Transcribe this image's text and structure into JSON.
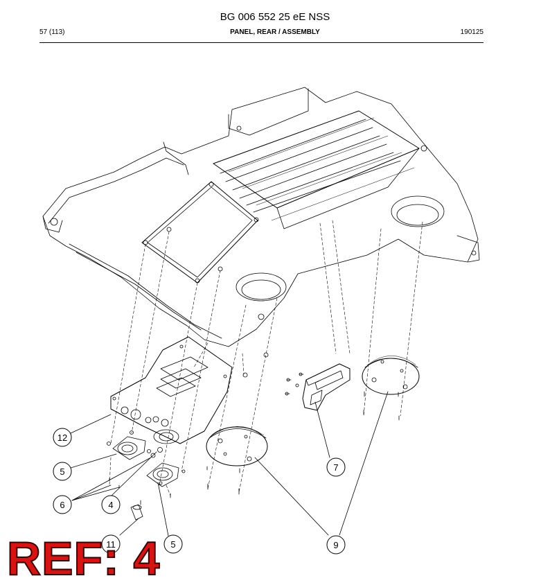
{
  "header": {
    "title": "BG 006 552 25 eE NSS",
    "page": "57 (113)",
    "subtitle": "PANEL, REAR / ASSEMBLY",
    "code": "190125"
  },
  "callouts": [
    "12",
    "5",
    "6",
    "4",
    "11",
    "5",
    "7",
    "9"
  ],
  "stamp": "REF: 4",
  "colors": {
    "stamp": "#d51414",
    "line": "#000000"
  }
}
